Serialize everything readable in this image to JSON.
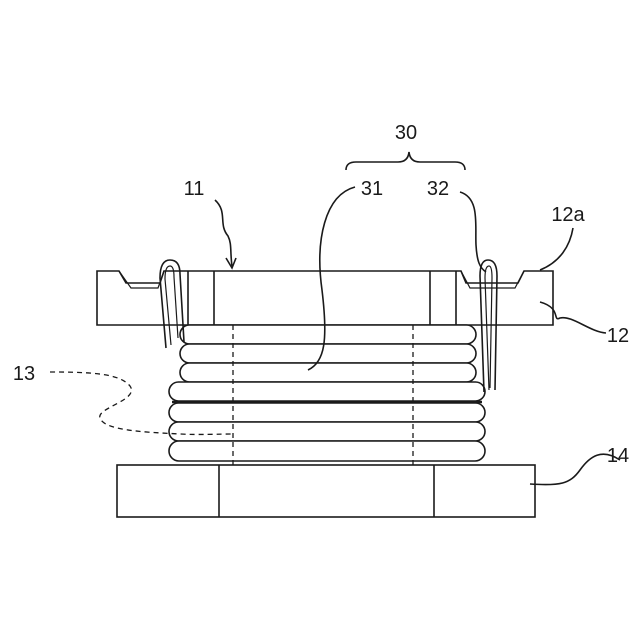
{
  "figure": {
    "labels": {
      "group_30": "30",
      "ref_31": "31",
      "ref_32": "32",
      "ref_11": "11",
      "ref_12a": "12a",
      "ref_12": "12",
      "ref_13": "13",
      "ref_14": "14"
    },
    "colors": {
      "line": "#1a1a1a",
      "background": "#ffffff"
    }
  }
}
